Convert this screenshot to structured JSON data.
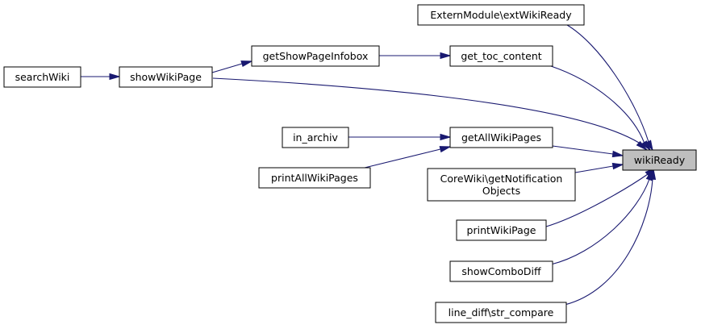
{
  "nodes": {
    "wikiReady": {
      "lines": [
        "wikiReady"
      ]
    },
    "externWikiReady": {
      "lines": [
        "ExternModule\\extWikiReady"
      ]
    },
    "getTocContent": {
      "lines": [
        "get_toc_content"
      ]
    },
    "getShowPageInfobox": {
      "lines": [
        "getShowPageInfobox"
      ]
    },
    "showWikiPage": {
      "lines": [
        "showWikiPage"
      ]
    },
    "searchWiki": {
      "lines": [
        "searchWiki"
      ]
    },
    "getAllWikiPages": {
      "lines": [
        "getAllWikiPages"
      ]
    },
    "inArchiv": {
      "lines": [
        "in_archiv"
      ]
    },
    "printAllWikiPages": {
      "lines": [
        "printAllWikiPages"
      ]
    },
    "getNotificationObjects": {
      "lines": [
        "CoreWiki\\getNotification",
        "Objects"
      ]
    },
    "printWikiPage": {
      "lines": [
        "printWikiPage"
      ]
    },
    "showComboDiff": {
      "lines": [
        "showComboDiff"
      ]
    },
    "strCompare": {
      "lines": [
        "line_diff\\str_compare"
      ]
    }
  },
  "colors": {
    "edge": "#191970",
    "focus_fill": "#bfbfbf",
    "node_border": "#000000"
  }
}
